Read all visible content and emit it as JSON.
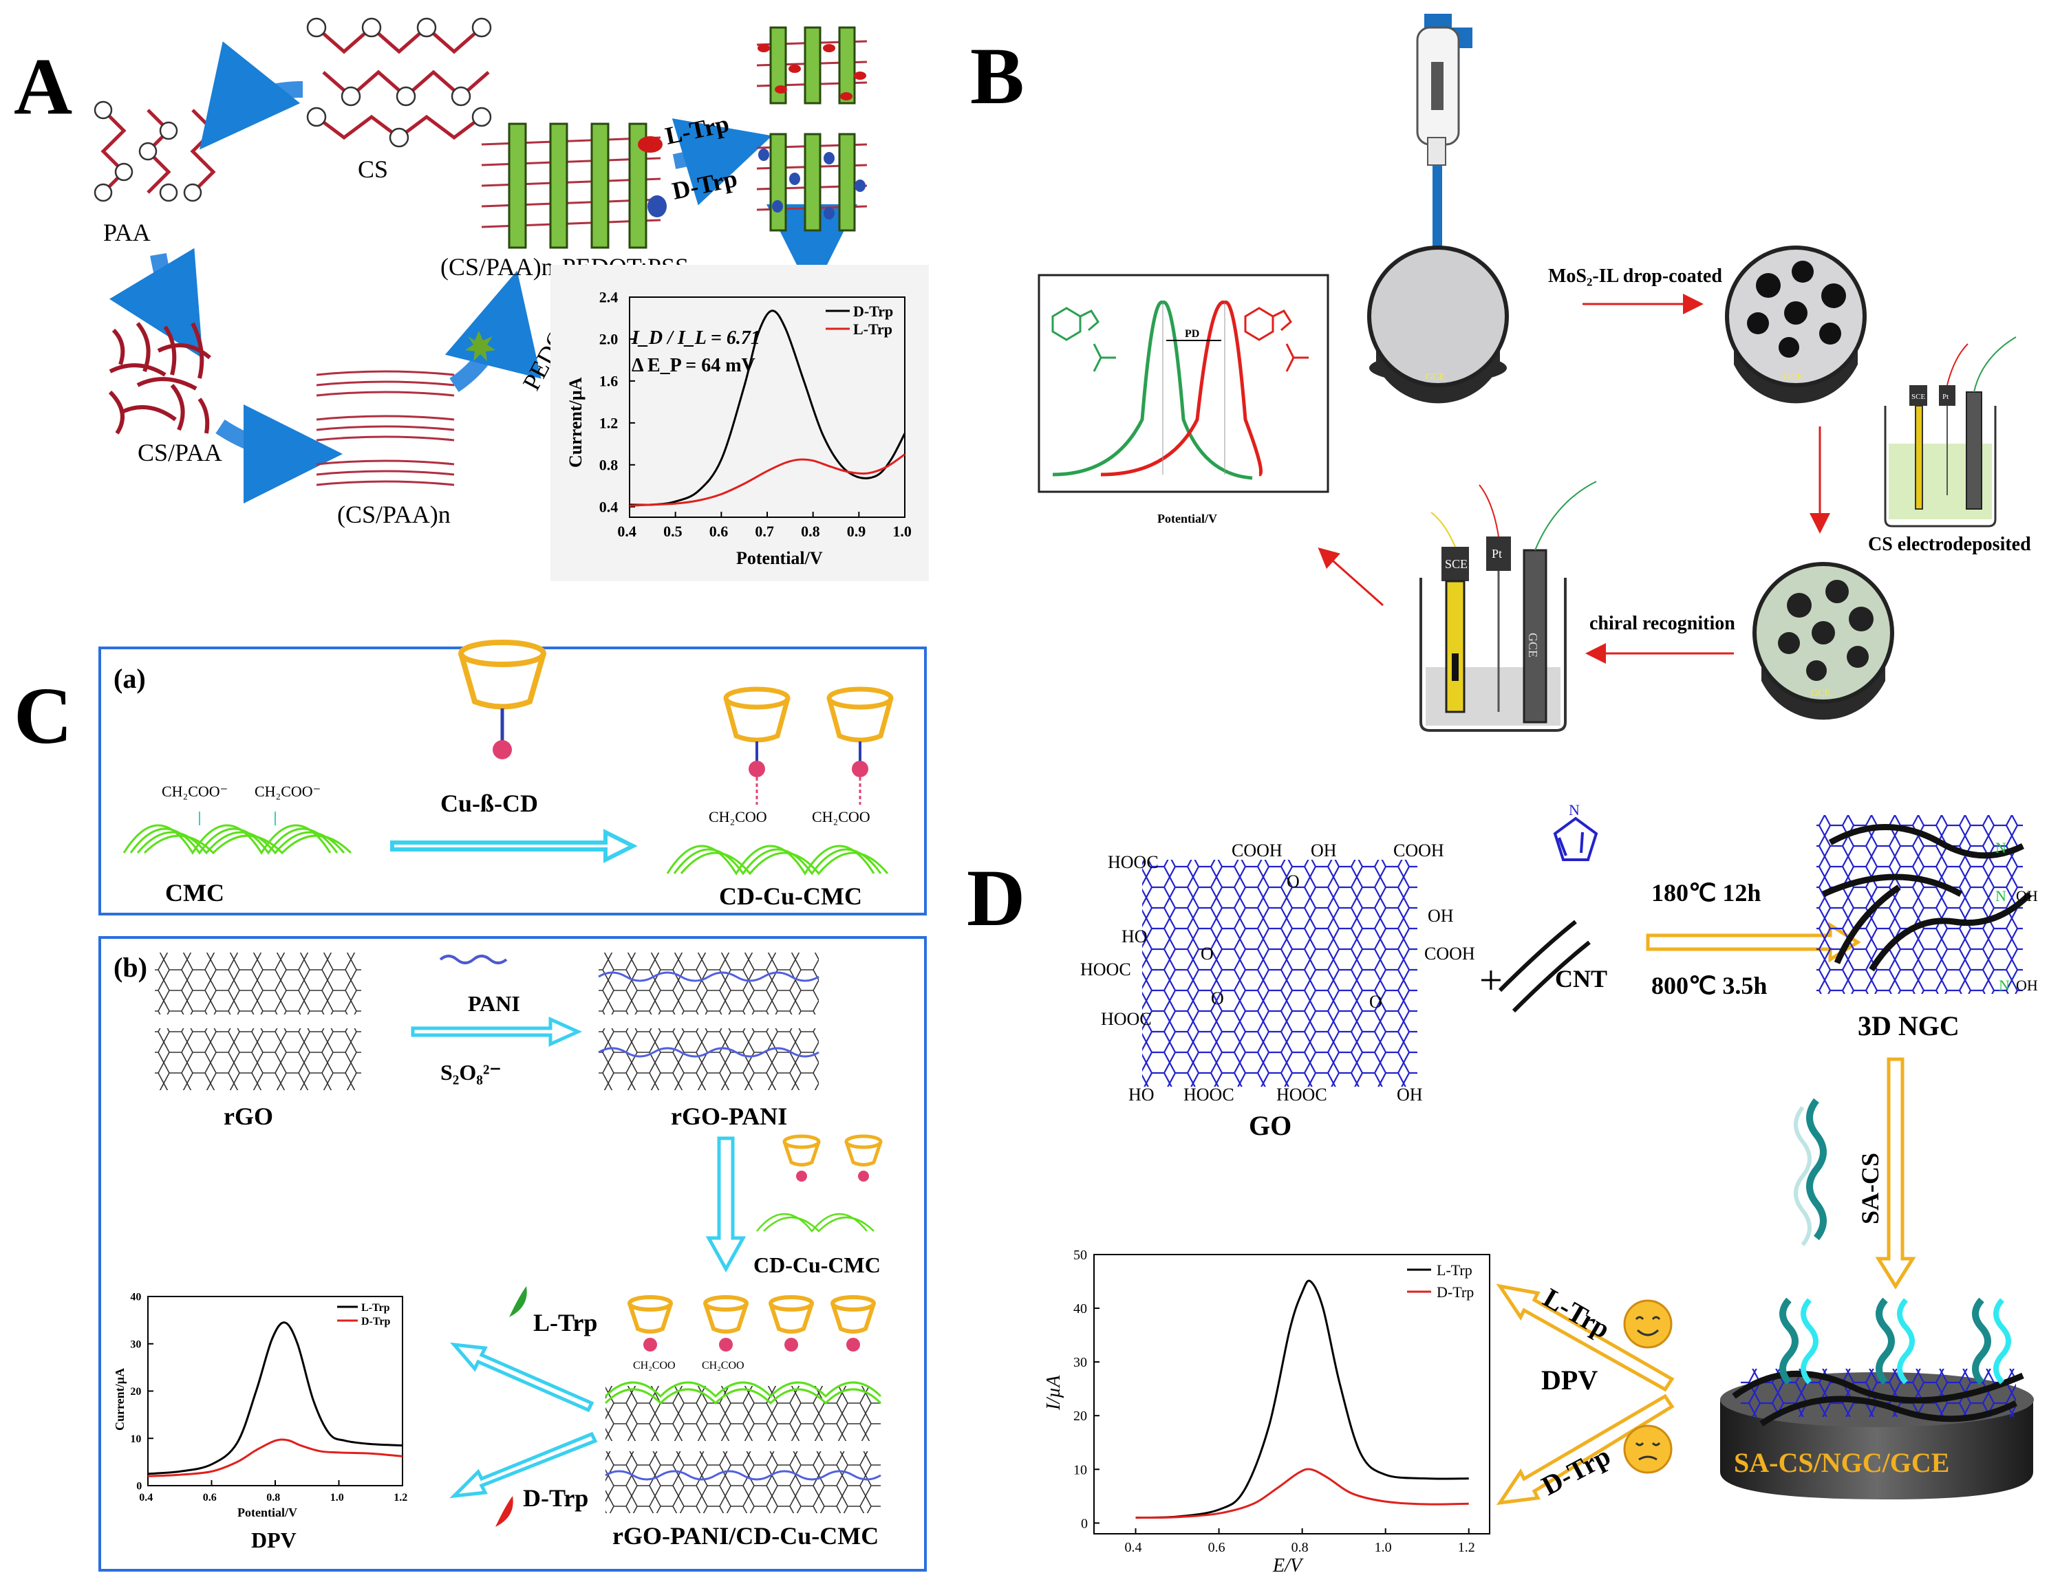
{
  "panels": {
    "A": {
      "letter": "A",
      "labels": {
        "cs": "CS",
        "paa": "PAA",
        "cs_paa": "CS/PAA",
        "cs_paa_n": "(CS/PAA)n",
        "pedot": "PEDOT:PSS",
        "film": "(CS/PAA)n-PEDOT:PSS",
        "l_trp": "L-Trp",
        "d_trp": "D-Trp"
      },
      "chart_data": {
        "type": "line",
        "annotation_ratio": "I_D / I_L = 6.71",
        "annotation_dep": "Δ E_P = 64 mV",
        "xlabel": "Potential/V",
        "ylabel": "Current/µA",
        "xlim": [
          0.4,
          1.0
        ],
        "ylim": [
          0.3,
          2.4
        ],
        "x_ticks": [
          "0.4",
          "0.5",
          "0.6",
          "0.7",
          "0.8",
          "0.9",
          "1.0"
        ],
        "y_ticks": [
          "0.4",
          "0.8",
          "1.2",
          "1.6",
          "2.0",
          "2.4"
        ],
        "legend": [
          "D-Trp",
          "L-Trp"
        ],
        "series": [
          {
            "name": "D-Trp",
            "color": "#000000",
            "x": [
              0.4,
              0.45,
              0.5,
              0.55,
              0.6,
              0.65,
              0.68,
              0.71,
              0.74,
              0.78,
              0.82,
              0.86,
              0.9,
              0.94,
              0.97,
              1.0
            ],
            "y": [
              0.42,
              0.42,
              0.45,
              0.55,
              0.85,
              1.55,
              2.05,
              2.27,
              2.1,
              1.6,
              1.1,
              0.8,
              0.68,
              0.7,
              0.85,
              1.1
            ]
          },
          {
            "name": "L-Trp",
            "color": "#e0201c",
            "x": [
              0.4,
              0.45,
              0.5,
              0.55,
              0.6,
              0.65,
              0.7,
              0.74,
              0.77,
              0.8,
              0.84,
              0.88,
              0.92,
              0.96,
              1.0
            ],
            "y": [
              0.41,
              0.42,
              0.43,
              0.46,
              0.52,
              0.62,
              0.74,
              0.82,
              0.85,
              0.84,
              0.78,
              0.73,
              0.72,
              0.78,
              0.9
            ]
          }
        ]
      }
    },
    "B": {
      "letter": "B",
      "labels": {
        "step1": "MoS₂-IL drop-coated",
        "step2": "CS electrodeposited",
        "step3": "chiral recognition",
        "electrode": "GCE",
        "sce": "SCE",
        "pt": "Pt",
        "pd": "PD",
        "xlabel": "Potential/V"
      }
    },
    "C": {
      "letter": "C",
      "sub_a": {
        "tag": "(a)",
        "cmc": "CMC",
        "reagent": "Cu-ß-CD",
        "product": "CD-Cu-CMC",
        "group1": "CH₂COO⁻",
        "group2": "CH₂COO"
      },
      "sub_b": {
        "tag": "(b)",
        "rgo": "rGO",
        "pani": "PANI",
        "oxidant": "S₂O₈²⁻",
        "rgo_pani": "rGO-PANI",
        "cd_cu_cmc": "CD-Cu-CMC",
        "product": "rGO-PANI/CD-Cu-CMC",
        "l_trp": "L-Trp",
        "d_trp": "D-Trp",
        "dpv": "DPV",
        "group": "CH₂COO"
      },
      "chart_data": {
        "type": "line",
        "xlabel": "Potential/V",
        "ylabel": "Current/µA",
        "xlim": [
          0.4,
          1.2
        ],
        "ylim": [
          0,
          40
        ],
        "x_ticks": [
          "0.4",
          "0.6",
          "0.8",
          "1.0",
          "1.2"
        ],
        "y_ticks": [
          "0",
          "10",
          "20",
          "30",
          "40"
        ],
        "legend": [
          "L-Trp",
          "D-Trp"
        ],
        "series": [
          {
            "name": "L-Trp",
            "color": "#000000",
            "x": [
              0.4,
              0.5,
              0.6,
              0.68,
              0.74,
              0.79,
              0.83,
              0.87,
              0.92,
              0.97,
              1.02,
              1.1,
              1.2
            ],
            "y": [
              2.5,
              3.0,
              4.5,
              9.0,
              20.0,
              31.0,
              34.5,
              30.0,
              18.0,
              11.0,
              9.5,
              8.8,
              8.5
            ]
          },
          {
            "name": "D-Trp",
            "color": "#e0201c",
            "x": [
              0.4,
              0.5,
              0.6,
              0.68,
              0.74,
              0.8,
              0.84,
              0.88,
              0.94,
              1.0,
              1.1,
              1.2
            ],
            "y": [
              2.0,
              2.3,
              3.0,
              5.0,
              7.5,
              9.5,
              9.6,
              8.5,
              7.3,
              7.0,
              6.8,
              6.2
            ]
          }
        ]
      }
    },
    "D": {
      "letter": "D",
      "labels": {
        "go": "GO",
        "cnt": "CNT",
        "cond1": "180℃ 12h",
        "cond2": "800℃ 3.5h",
        "ngc": "3D NGC",
        "sa_cs": "SA-CS",
        "electrode": "SA-CS/NGC/GCE",
        "l_trp": "L-Trp",
        "d_trp": "D-Trp",
        "dpv": "DPV",
        "plus": "+",
        "hooc": "HOOC",
        "cooh": "COOH",
        "ho": "HO",
        "oh": "OH",
        "o": "O",
        "n": "N"
      },
      "chart_data": {
        "type": "line",
        "xlabel": "E/V",
        "ylabel": "I/µA",
        "xlim": [
          0.3,
          1.25
        ],
        "ylim": [
          -2,
          50
        ],
        "x_ticks": [
          "0.4",
          "0.6",
          "0.8",
          "1.0",
          "1.2"
        ],
        "y_ticks": [
          "0",
          "10",
          "20",
          "30",
          "40",
          "50"
        ],
        "legend": [
          "L-Trp",
          "D-Trp"
        ],
        "series": [
          {
            "name": "L-Trp",
            "color": "#000000",
            "x": [
              0.4,
              0.5,
              0.6,
              0.66,
              0.72,
              0.77,
              0.8,
              0.82,
              0.85,
              0.89,
              0.94,
              1.0,
              1.1,
              1.2
            ],
            "y": [
              1.0,
              1.2,
              2.5,
              6.0,
              18.0,
              36.0,
              43.0,
              45.0,
              40.0,
              26.0,
              13.0,
              9.0,
              8.3,
              8.3
            ]
          },
          {
            "name": "D-Trp",
            "color": "#e0201c",
            "x": [
              0.4,
              0.5,
              0.6,
              0.68,
              0.74,
              0.79,
              0.82,
              0.86,
              0.92,
              1.0,
              1.1,
              1.2
            ],
            "y": [
              1.0,
              1.1,
              1.8,
              3.5,
              6.5,
              9.3,
              10.0,
              8.5,
              5.5,
              4.0,
              3.5,
              3.6
            ]
          }
        ]
      }
    }
  }
}
